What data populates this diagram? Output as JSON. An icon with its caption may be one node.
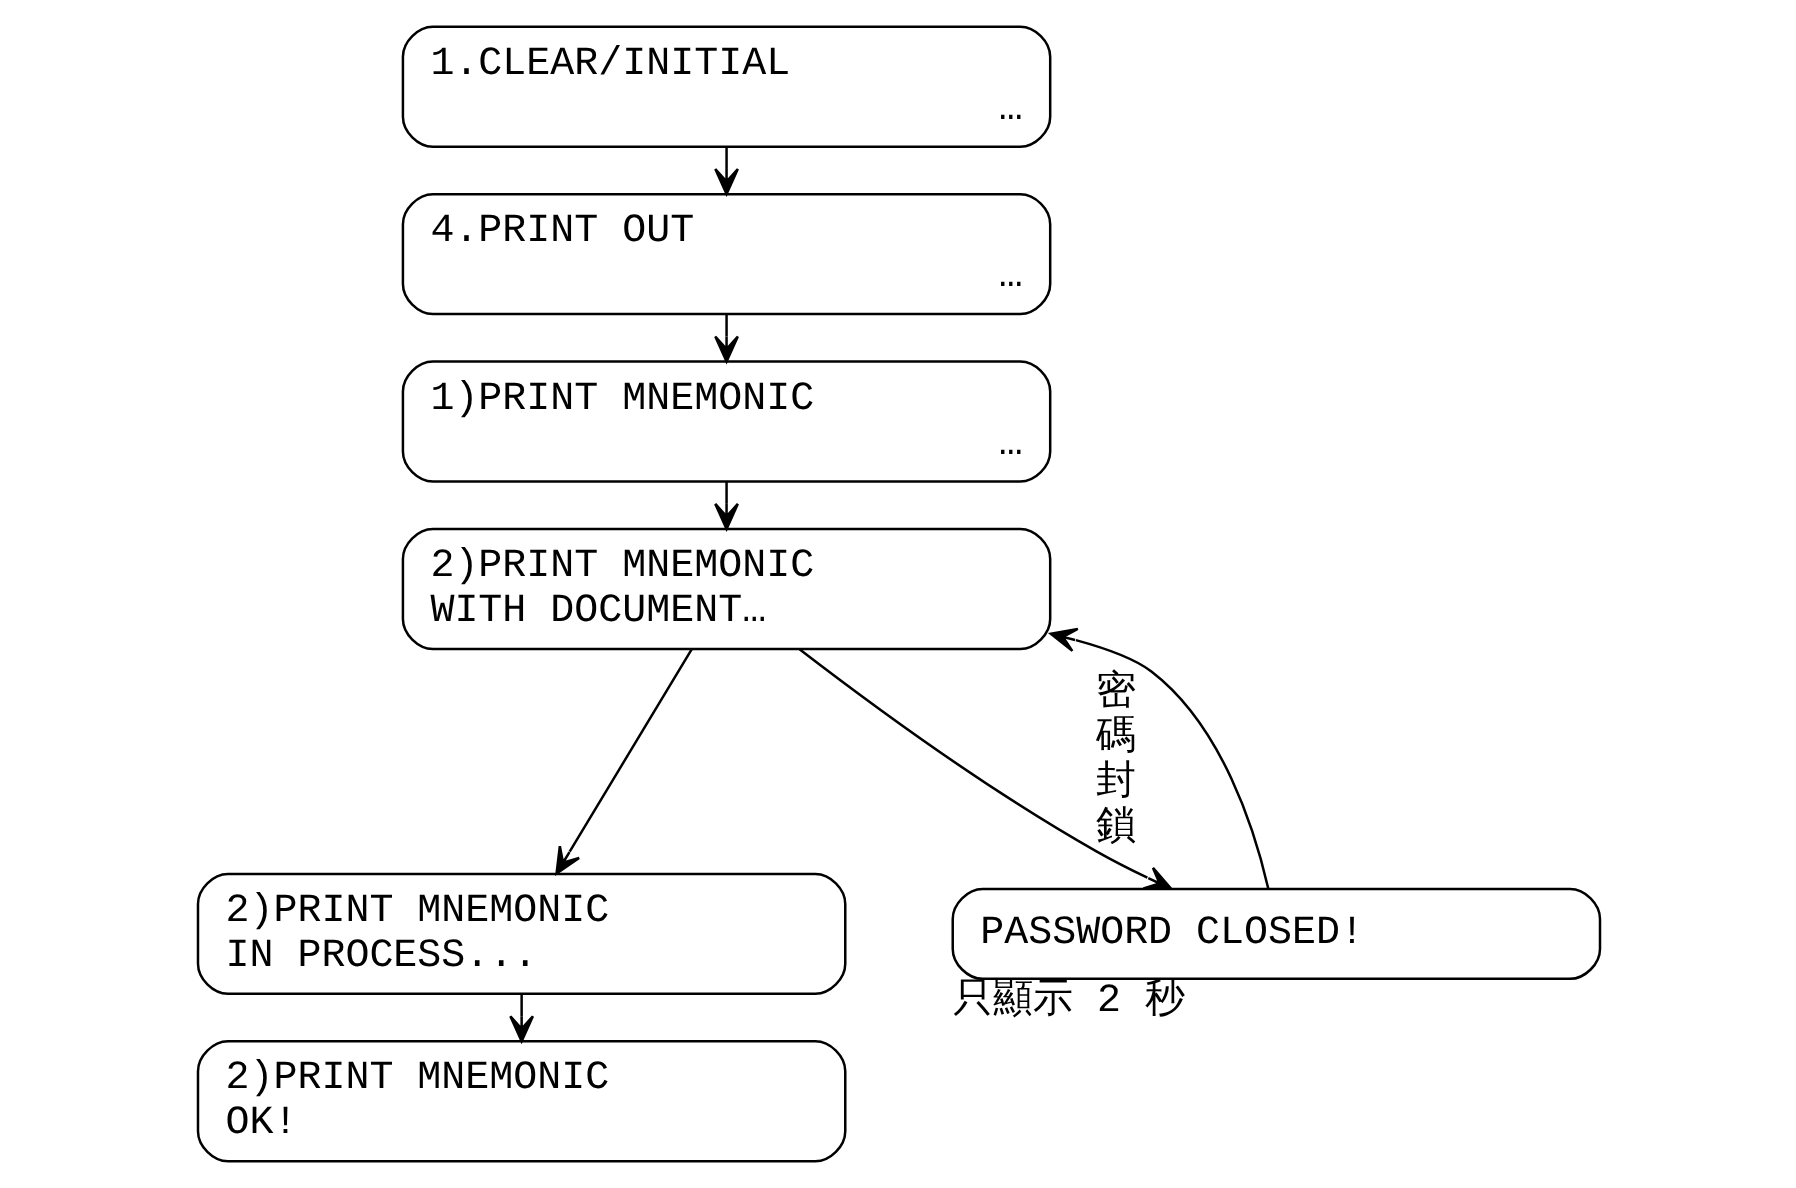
{
  "diagram": {
    "nodes": [
      {
        "text": [
          "1.CLEAR/INITIAL",
          "…"
        ]
      },
      {
        "text": [
          "4.PRINT OUT",
          "…"
        ]
      },
      {
        "text": [
          "1)PRINT MNEMONIC",
          "…"
        ]
      },
      {
        "text": [
          "2)PRINT MNEMONIC WITH DOCUMENT…"
        ]
      },
      {
        "text": [
          "2)PRINT MNEMONIC IN PROCESS..."
        ]
      },
      {
        "text": [
          "2)PRINT MNEMONIC OK!"
        ]
      },
      {
        "text": [
          "PASSWORD CLOSED!"
        ],
        "beside": [
          "只顯示 2 秒"
        ]
      }
    ],
    "edges": [
      {
        "from": 0,
        "to": 1,
        "arrow": "to"
      },
      {
        "from": 1,
        "to": 2,
        "arrow": "to"
      },
      {
        "from": 2,
        "to": 3,
        "arrow": "to"
      },
      {
        "from": 3,
        "to": 4,
        "arrow": "to"
      },
      {
        "from": 3,
        "to": 6,
        "arrow": "to",
        "label": "密碼封鎖"
      },
      {
        "from": 6,
        "to": 3,
        "arrow": "to"
      },
      {
        "from": 4,
        "to": 5,
        "arrow": "to"
      }
    ]
  }
}
